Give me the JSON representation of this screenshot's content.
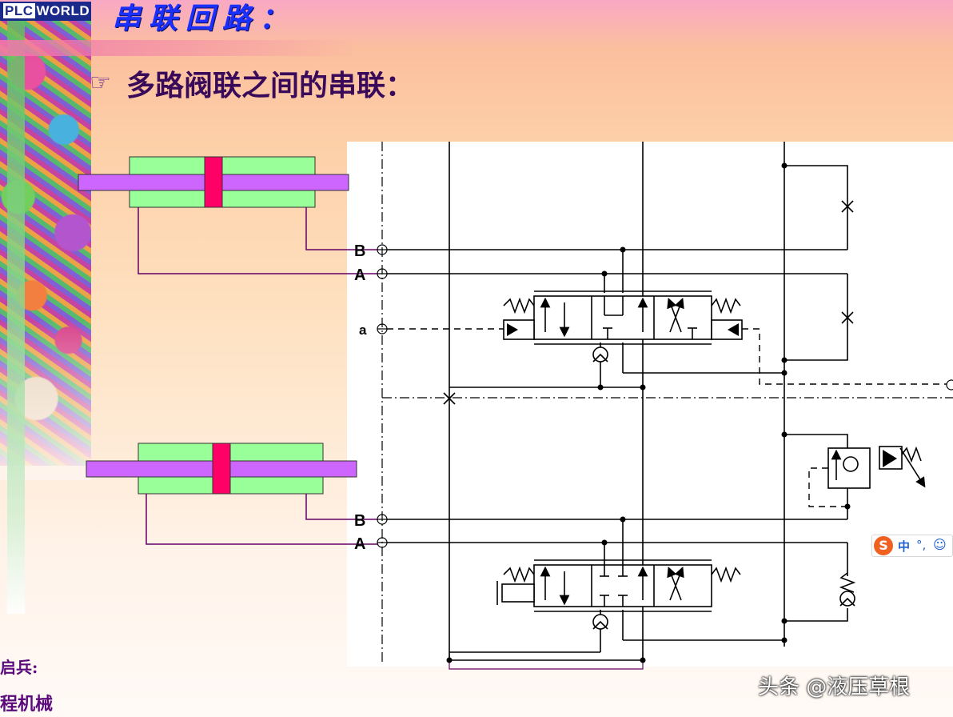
{
  "logo": {
    "text_a": "PLC",
    "text_b": "WORLD"
  },
  "slide_title": "串联回路：",
  "bullet_icon": "pointing-hand-icon",
  "subtitle": "多路阀联之间的串联：",
  "ports": {
    "upper_b": "B",
    "upper_a": "A",
    "pilot_a": "a",
    "lower_b": "B",
    "lower_a": "A"
  },
  "sidebar_text": {
    "author": "启兵:",
    "dept": "程机械"
  },
  "watermark": "头条 @液压草根",
  "ime": {
    "logo": "S",
    "lang": "中",
    "punct": "°,",
    "smiley": "☺"
  },
  "colors": {
    "cylinder_body": "#99ff99",
    "piston": "#ff0066",
    "rod": "#cc66ff",
    "pipe": "#660066",
    "title": "#1a30ff"
  }
}
